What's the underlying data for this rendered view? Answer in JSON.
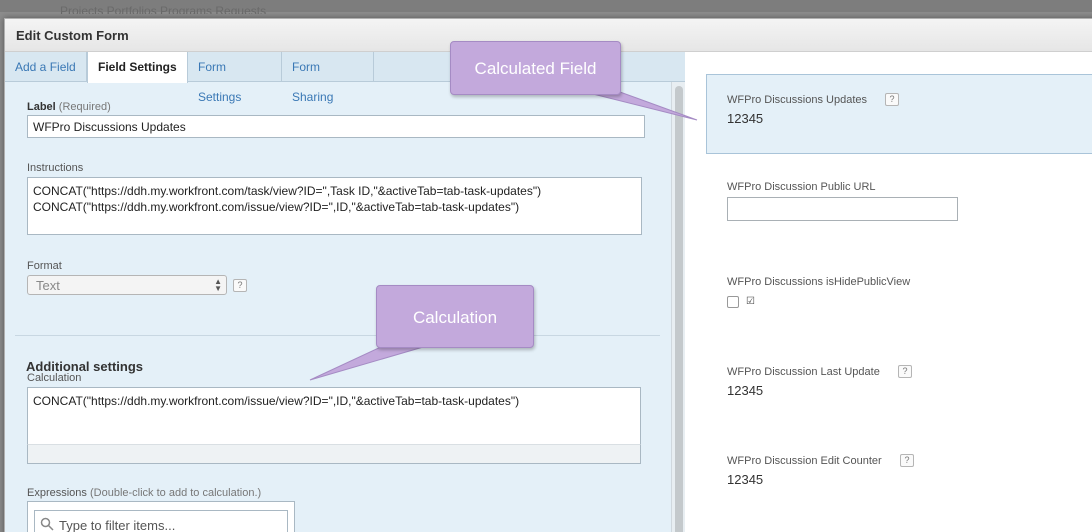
{
  "background": {
    "ghost_text": "Projects  Portfolios  Programs  Requests"
  },
  "modal": {
    "title": "Edit Custom Form"
  },
  "tabs": [
    {
      "label": "Add a Field"
    },
    {
      "label": "Field Settings",
      "active": true
    },
    {
      "label": "Form Settings"
    },
    {
      "label": "Form Sharing"
    }
  ],
  "field_settings": {
    "label_title": "Label",
    "label_required": "(Required)",
    "label_value": "WFPro Discussions Updates",
    "instructions_title": "Instructions",
    "instructions_value": "CONCAT(\"https://ddh.my.workfront.com/task/view?ID=\",Task ID,\"&activeTab=tab-task-updates\")\nCONCAT(\"https://ddh.my.workfront.com/issue/view?ID=\",ID,\"&activeTab=tab-task-updates\")",
    "format_title": "Format",
    "format_value": "Text",
    "help_glyph": "?",
    "additional_settings_title": "Additional settings",
    "calculation_title": "Calculation",
    "calculation_value": "CONCAT(\"https://ddh.my.workfront.com/issue/view?ID=\",ID,\"&activeTab=tab-task-updates\")",
    "expressions_title": "Expressions",
    "expressions_hint": "(Double-click to add to calculation.)",
    "filter_placeholder": "Type to filter items..."
  },
  "preview": {
    "fields": [
      {
        "label": "WFPro Discussions Updates",
        "value": "12345",
        "has_help": true
      },
      {
        "label": "WFPro Discussion Public URL",
        "value": ""
      },
      {
        "label": "WFPro Discussions isHidePublicView",
        "checkbox_glyph": "☑"
      },
      {
        "label": "WFPro Discussion Last Update",
        "value": "12345",
        "has_help": true
      },
      {
        "label": "WFPro Discussion Edit Counter",
        "value": "12345",
        "has_help": true
      }
    ]
  },
  "callouts": {
    "calculated_field": "Calculated Field",
    "calculation": "Calculation"
  },
  "colors": {
    "accent": "#3a78b5",
    "callout": "#c3a9dc",
    "pane_bg": "#e4f0f8"
  }
}
